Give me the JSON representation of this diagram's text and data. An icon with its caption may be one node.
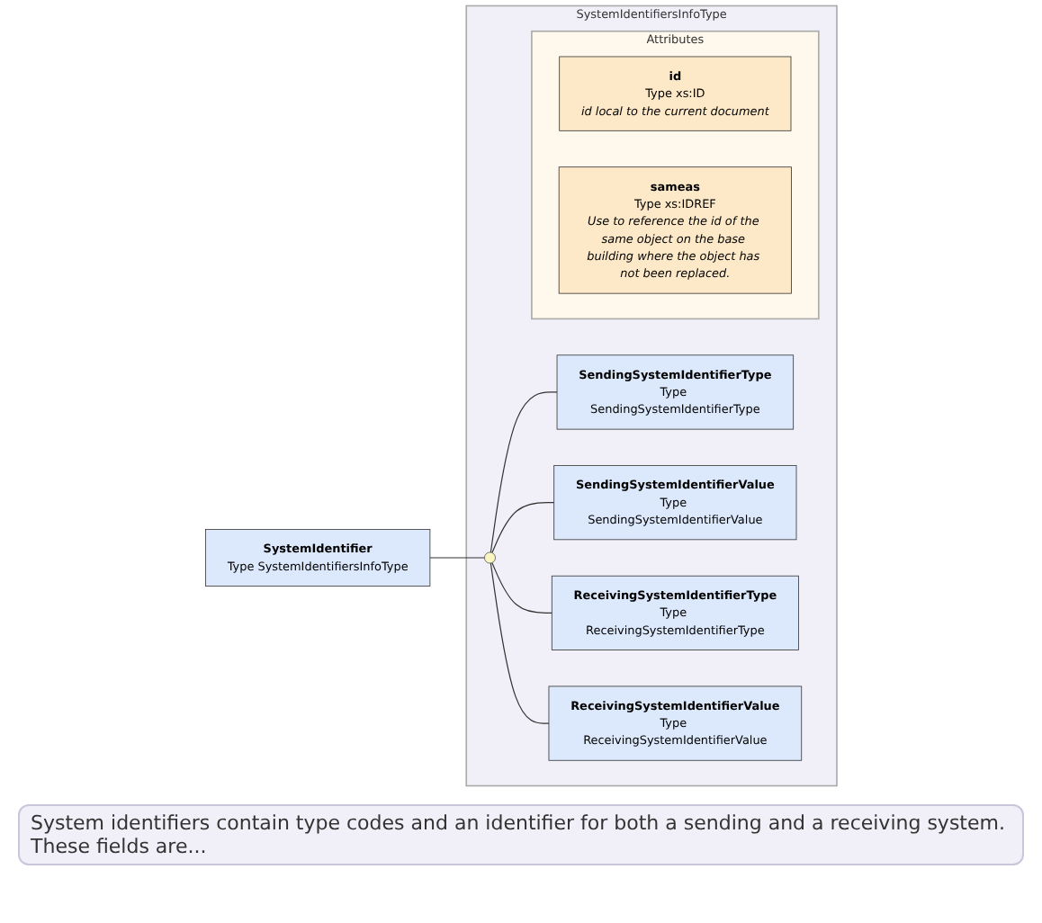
{
  "diagram": {
    "nodes": [
      {
        "text": [
          "SystemIdentifier",
          "Type",
          "SystemIdentifiersInfoType"
        ]
      },
      {
        "text": [
          "SystemIdentifiersInfoType"
        ],
        "beside": [
          "System identifiers contain type codes and an identifier for both a sending and a receiving system. These fields are..."
        ]
      },
      {
        "text": [
          "Attributes"
        ],
        "in": 1
      },
      {
        "text": [
          "id",
          "Type",
          "xs:ID",
          "id local to the current document"
        ],
        "in": 2
      },
      {
        "text": [
          "sameas",
          "Type",
          "xs:IDREF",
          "Use to reference the id of the same object on the base building where the object has not been replaced."
        ],
        "in": 2
      },
      {
        "text": [],
        "shape": "circle",
        "in": 1
      },
      {
        "text": [
          "SendingSystemIdentifierType",
          "Type",
          "SendingSystemIdentifierType"
        ],
        "in": 1
      },
      {
        "text": [
          "SendingSystemIdentifierValue",
          "Type",
          "SendingSystemIdentifierValue"
        ],
        "in": 1
      },
      {
        "text": [
          "ReceivingSystemIdentifierType",
          "Type",
          "ReceivingSystemIdentifierType"
        ],
        "in": 1
      },
      {
        "text": [
          "ReceivingSystemIdentifierValue",
          "Type",
          "ReceivingSystemIdentifierValue"
        ],
        "in": 1
      }
    ],
    "edges": [
      {
        "from": 0,
        "to": 5,
        "arrow": "none"
      },
      {
        "from": 5,
        "to": 6,
        "arrow": "none"
      },
      {
        "from": 5,
        "to": 7,
        "arrow": "none"
      },
      {
        "from": 5,
        "to": 8,
        "arrow": "none"
      },
      {
        "from": 5,
        "to": 9,
        "arrow": "none"
      }
    ]
  }
}
